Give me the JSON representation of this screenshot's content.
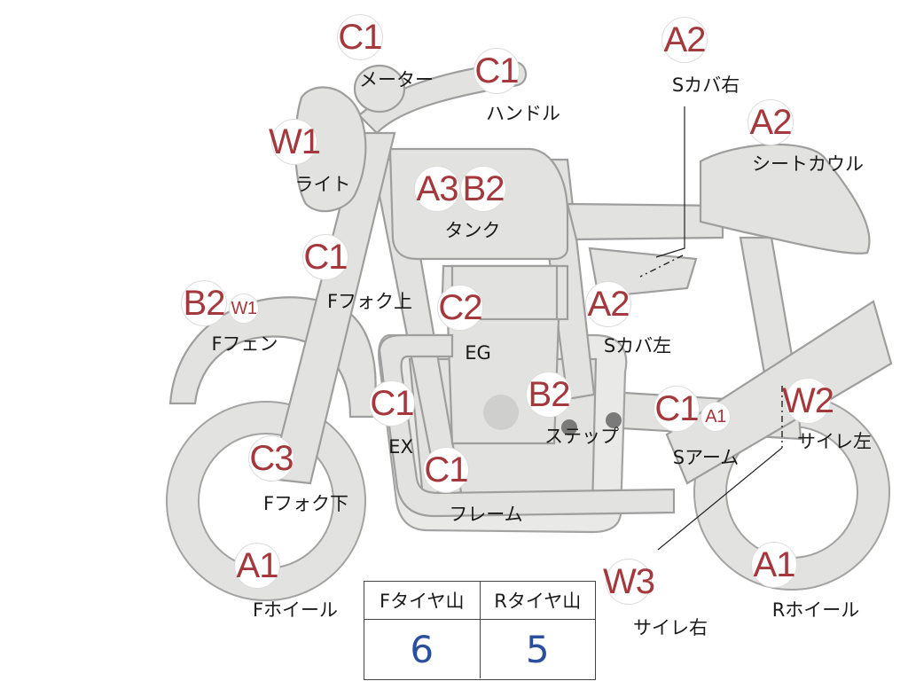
{
  "title": "",
  "badges": [
    {
      "id": "meter",
      "code": "C1",
      "label": "メーター"
    },
    {
      "id": "handle",
      "code": "C1",
      "label": "ハンドル"
    },
    {
      "id": "light",
      "code": "W1",
      "label": "ライト"
    },
    {
      "id": "tank-a3",
      "code": "A3",
      "label": ""
    },
    {
      "id": "tank-b2",
      "code": "B2",
      "label": "タンク"
    },
    {
      "id": "side-cover-right",
      "code": "A2",
      "label": "Sカバ右"
    },
    {
      "id": "seat-cowl",
      "code": "A2",
      "label": "シートカウル"
    },
    {
      "id": "fork-upper",
      "code": "C1",
      "label": "Fフォク上"
    },
    {
      "id": "fender-b2",
      "code": "B2",
      "label": ""
    },
    {
      "id": "fender-w1",
      "code": "W1",
      "label": "Fフェン"
    },
    {
      "id": "engine",
      "code": "C2",
      "label": "EG"
    },
    {
      "id": "side-cover-left",
      "code": "A2",
      "label": "Sカバ左"
    },
    {
      "id": "exhaust",
      "code": "C1",
      "label": "EX"
    },
    {
      "id": "step",
      "code": "B2",
      "label": "ステップ"
    },
    {
      "id": "swingarm-c1",
      "code": "C1",
      "label": ""
    },
    {
      "id": "swingarm-a1",
      "code": "A1",
      "label": "Sアーム"
    },
    {
      "id": "silencer-left",
      "code": "W2",
      "label": "サイレ左"
    },
    {
      "id": "fork-lower",
      "code": "C3",
      "label": "Fフォク下"
    },
    {
      "id": "frame",
      "code": "C1",
      "label": "フレーム"
    },
    {
      "id": "front-wheel",
      "code": "A1",
      "label": "Fホイール"
    },
    {
      "id": "silencer-right",
      "code": "W3",
      "label": "サイレ右"
    },
    {
      "id": "rear-wheel",
      "code": "A1",
      "label": "Rホイール"
    }
  ],
  "tread_table": {
    "headers": [
      "Fタイヤ山",
      "Rタイヤ山"
    ],
    "values": [
      6,
      5
    ]
  },
  "colors": {
    "badge_text": "#a5383d",
    "table_value": "#2a4f9c",
    "bike_fill": "#e2e2e0",
    "bike_outline": "#9e9e9e"
  }
}
